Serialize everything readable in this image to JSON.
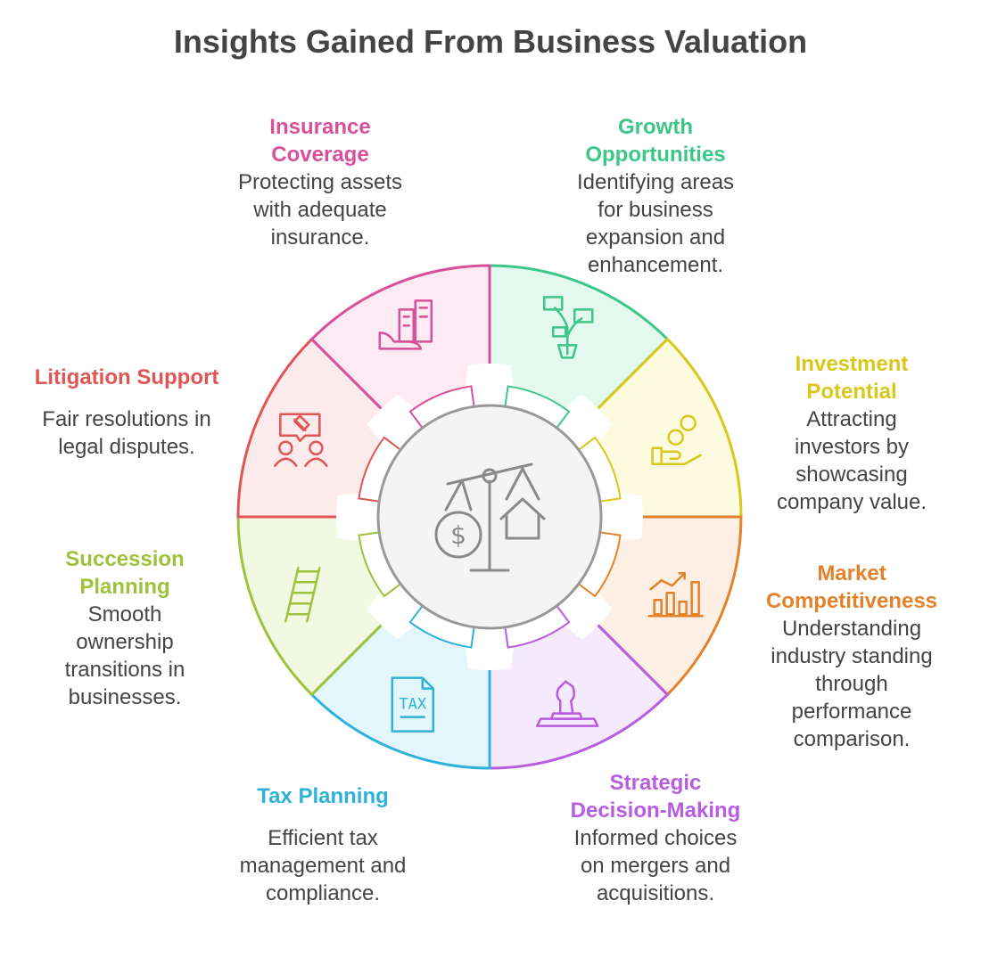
{
  "title": "Insights Gained From Business Valuation",
  "segments": [
    {
      "id": "insurance",
      "title": "Insurance Coverage",
      "title_lines": [
        "Insurance",
        "Coverage"
      ],
      "desc_lines": [
        "Protecting assets",
        "with adequate",
        "insurance."
      ],
      "color": "#d9509a",
      "fill": "#fdeaf3",
      "icon": "buildings-hand-icon"
    },
    {
      "id": "growth",
      "title": "Growth Opportunities",
      "title_lines": [
        "Growth",
        "Opportunities"
      ],
      "desc_lines": [
        "Identifying areas",
        "for business",
        "expansion and",
        "enhancement."
      ],
      "color": "#3cc688",
      "fill": "#e3f8ee",
      "icon": "money-plant-icon"
    },
    {
      "id": "investment",
      "title": "Investment Potential",
      "title_lines": [
        "Investment",
        "Potential"
      ],
      "desc_lines": [
        "Attracting",
        "investors by",
        "showcasing",
        "company value."
      ],
      "color": "#d8c81c",
      "fill": "#fdfbdf",
      "icon": "coins-hand-icon"
    },
    {
      "id": "market",
      "title": "Market Competitiveness",
      "title_lines": [
        "Market",
        "Competitiveness"
      ],
      "desc_lines": [
        "Understanding",
        "industry standing",
        "through",
        "performance",
        "comparison."
      ],
      "color": "#e3822a",
      "fill": "#fdefe3",
      "icon": "bar-chart-trend-icon"
    },
    {
      "id": "strategic",
      "title": "Strategic Decision-Making",
      "title_lines": [
        "Strategic",
        "Decision-Making"
      ],
      "desc_lines": [
        "Informed choices",
        "on mergers and",
        "acquisitions."
      ],
      "color": "#b85ce0",
      "fill": "#f4eafc",
      "icon": "chess-knight-icon"
    },
    {
      "id": "tax",
      "title": "Tax Planning",
      "title_lines": [
        "Tax Planning"
      ],
      "desc_lines": [
        "Efficient tax",
        "management and",
        "compliance."
      ],
      "color": "#2fb2d9",
      "fill": "#e3f6fc",
      "icon": "tax-document-icon",
      "icon_text": "TAX"
    },
    {
      "id": "succession",
      "title": "Succession Planning",
      "title_lines": [
        "Succession",
        "Planning"
      ],
      "desc_lines": [
        "Smooth",
        "ownership",
        "transitions in",
        "businesses."
      ],
      "color": "#9dc23c",
      "fill": "#f2f9e3",
      "icon": "ladder-icon"
    },
    {
      "id": "litigation",
      "title": "Litigation Support",
      "title_lines": [
        "Litigation Support"
      ],
      "desc_lines": [
        "Fair resolutions in",
        "legal disputes."
      ],
      "color": "#e05555",
      "fill": "#fdeaea",
      "icon": "gavel-people-icon"
    }
  ],
  "center": {
    "icon": "balance-scale-icon",
    "color": "#8a8a8a",
    "fill": "#f4f4f4"
  }
}
